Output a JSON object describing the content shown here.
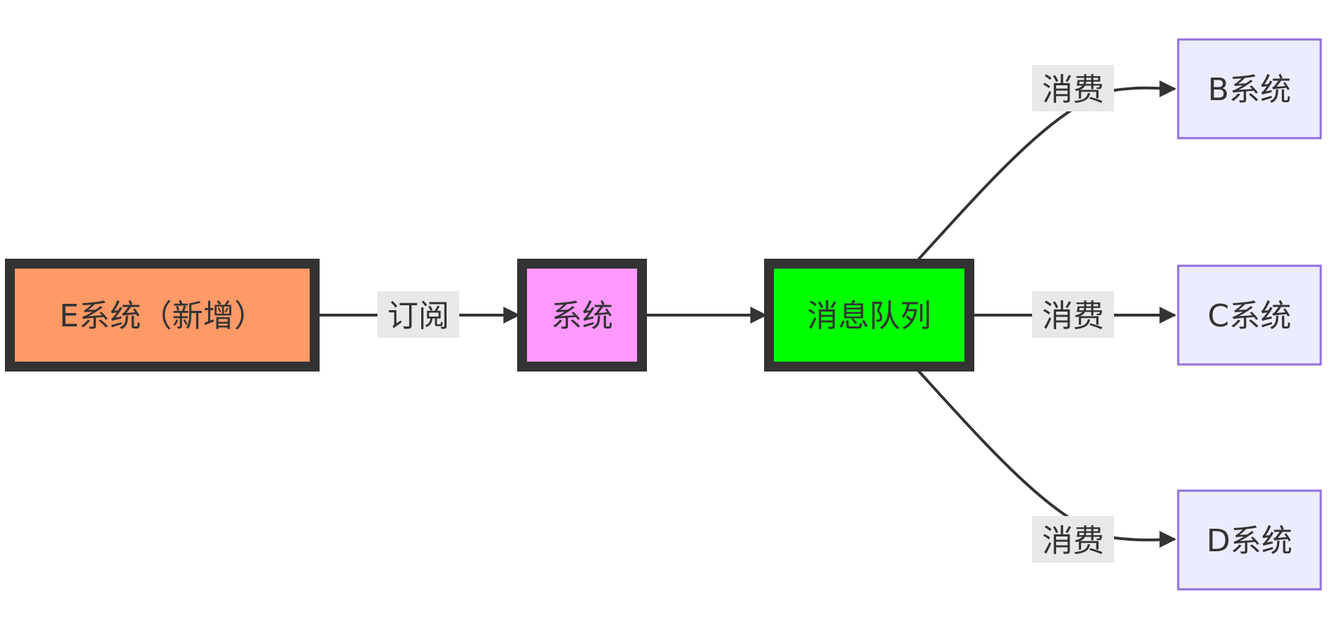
{
  "nodes": {
    "e_system": {
      "label": "E系统（新增）",
      "fill": "#ff9966"
    },
    "system": {
      "label": "系统",
      "fill": "#ff99ff"
    },
    "message_queue": {
      "label": "消息队列",
      "fill": "#00ff00"
    },
    "b_system": {
      "label": "B系统",
      "fill": "#ececff"
    },
    "c_system": {
      "label": "C系统",
      "fill": "#ececff"
    },
    "d_system": {
      "label": "D系统",
      "fill": "#ececff"
    }
  },
  "edges": {
    "e_to_system": {
      "label": "订阅"
    },
    "system_to_mq": {
      "label": ""
    },
    "mq_to_b": {
      "label": "消费"
    },
    "mq_to_c": {
      "label": "消费"
    },
    "mq_to_d": {
      "label": "消费"
    }
  },
  "colors": {
    "stroke": "#333333",
    "plain_node_stroke": "#9370db",
    "label_background": "#e8e8e8"
  }
}
